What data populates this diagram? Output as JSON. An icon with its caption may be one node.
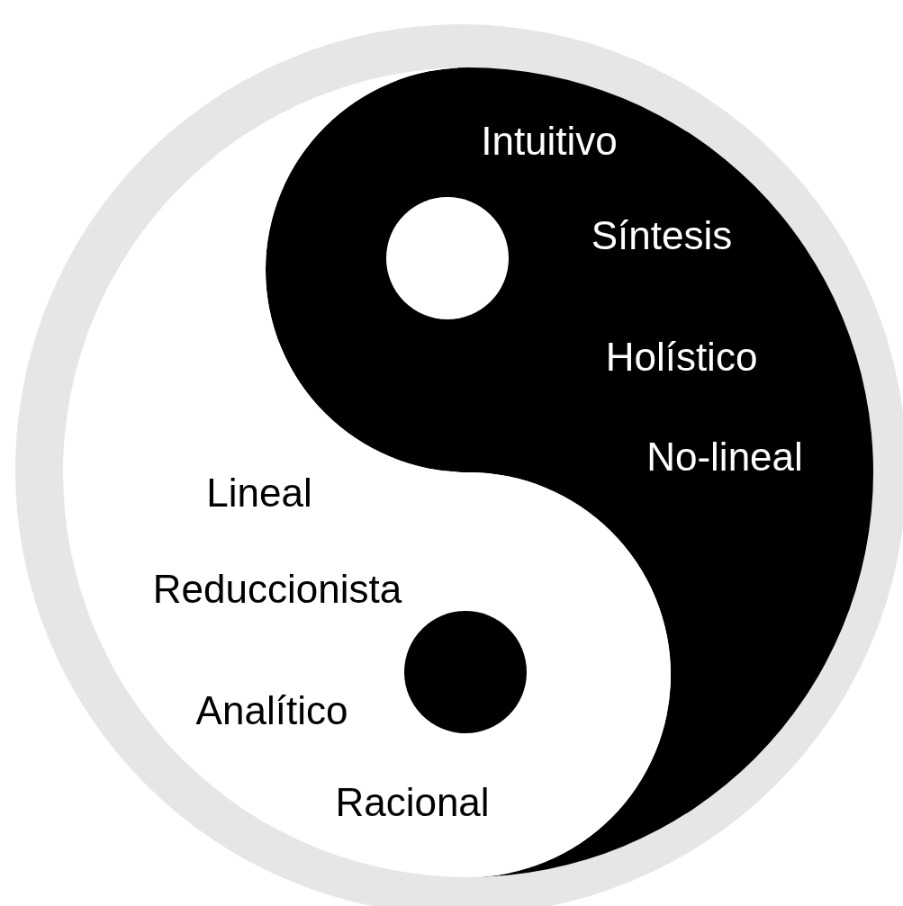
{
  "diagram": {
    "nodes": [
      {
        "text": [
          "Intuitivo",
          "Síntesis",
          "Holístico",
          "No-lineal"
        ]
      },
      {
        "text": [
          "Lineal",
          "Reduccionista",
          "Analítico",
          "Racional"
        ]
      }
    ]
  }
}
